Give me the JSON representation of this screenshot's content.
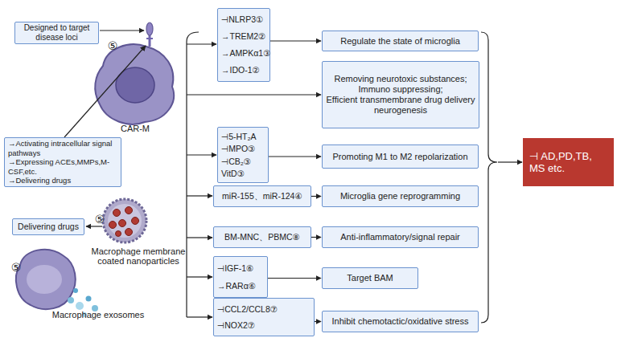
{
  "diagram": {
    "nodes": [
      {
        "text": [
          "Designed to target disease loci"
        ]
      },
      {
        "text": [
          "→Activating intracellular signal pathways",
          "→Expressing ACEs,MMPs,M-CSF,etc.",
          "→Delivering drugs"
        ]
      },
      {
        "text": [
          "Delivering drugs"
        ]
      },
      {
        "text": [
          "⊣NLRP3①",
          "→TREM2②",
          "→AMPKα1③",
          "→IDO-1②"
        ]
      },
      {
        "text": [
          "Regulate the state of microglia"
        ]
      },
      {
        "text": [
          "Removing neurotoxic substances;",
          "Immuno suppressing;",
          "Efficient transmembrane drug delivery neurogenesis"
        ]
      },
      {
        "text": [
          "⊣5-HT₂A",
          "⊣MPO③",
          "⊣CB₂③",
          "VitD③"
        ]
      },
      {
        "text": [
          "Promoting M1 to M2 repolarization"
        ]
      },
      {
        "text": [
          "miR-155、miR-124④"
        ]
      },
      {
        "text": [
          "Microglia gene reprogramming"
        ]
      },
      {
        "text": [
          "BM-MNC、PBMC⑧"
        ]
      },
      {
        "text": [
          "Anti-inflammatory/signal repair"
        ]
      },
      {
        "text": [
          "⊣IGF-1⑥",
          "→RARα⑥"
        ]
      },
      {
        "text": [
          "Target BAM"
        ]
      },
      {
        "text": [
          "⊣CCL2/CCL8⑦",
          "⊣NOX2⑦"
        ]
      },
      {
        "text": [
          "Inhibit chemotactic/oxidative stress"
        ]
      },
      {
        "text": [
          "⊣ AD,PD,TB, MS etc."
        ]
      }
    ],
    "edges": [
      {
        "from": 3,
        "to": 4,
        "arrow": "to"
      },
      {
        "from": 6,
        "to": 7,
        "arrow": "to"
      },
      {
        "from": 8,
        "to": 9,
        "arrow": "to"
      },
      {
        "from": 10,
        "to": 11,
        "arrow": "to"
      },
      {
        "from": 12,
        "to": 13,
        "arrow": "to"
      },
      {
        "from": 14,
        "to": 15,
        "arrow": "to"
      }
    ],
    "labels": [
      "⑤",
      "CAR-M",
      "⑤",
      "Macrophage membrane coated nanoparticles",
      "⑤",
      "Macrophage exosomes"
    ]
  }
}
